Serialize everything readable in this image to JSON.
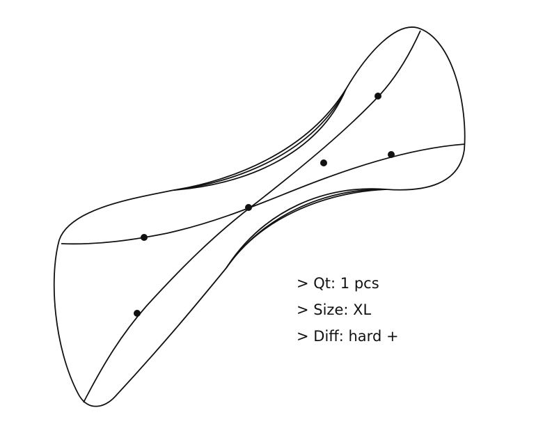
{
  "specs": [
    "> Qt: 1 pcs",
    "> Size: XL",
    "> Diff: hard +"
  ],
  "colors": {
    "stroke": "#111111",
    "background": "#ffffff"
  }
}
